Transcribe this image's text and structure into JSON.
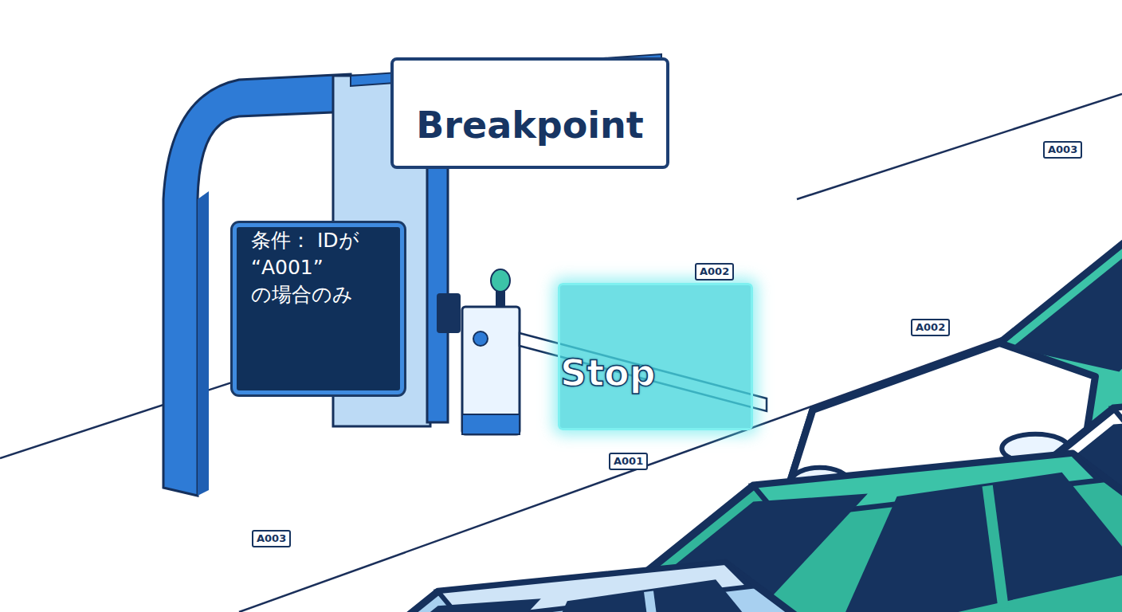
{
  "diagram": {
    "nodes": [
      {
        "text": [
          "Breakpoint"
        ]
      },
      {
        "text": [
          "条件： IDが “A001” の場合のみ"
        ]
      },
      {
        "text": [
          "Stop"
        ]
      }
    ],
    "labels": [
      "A003",
      "A002",
      "A002",
      "A001",
      "A003"
    ]
  }
}
